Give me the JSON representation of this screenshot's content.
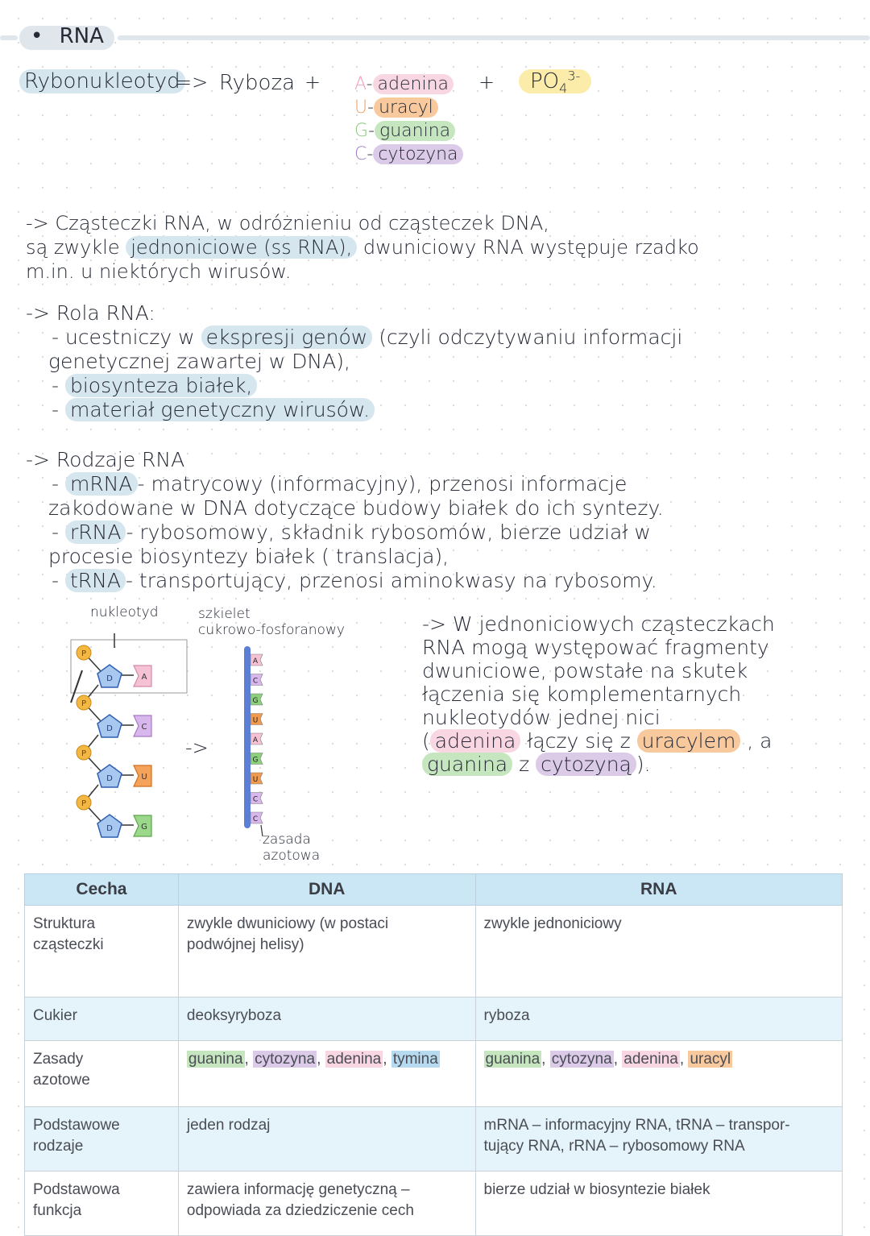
{
  "heading": {
    "bullet": "•",
    "title": "RNA"
  },
  "formula": {
    "left": "Rybonukleotyd",
    "arrow": "=>",
    "sugar": "Ryboza",
    "plus1": "+",
    "plus2": "+",
    "bases": [
      {
        "letter": "A",
        "dash": "-",
        "name": "adenina",
        "color": "#f8d6e2",
        "letter_color": "#f0a0b8"
      },
      {
        "letter": "U",
        "dash": "-",
        "name": "uracyl",
        "color": "#f9c99e",
        "letter_color": "#f0a060"
      },
      {
        "letter": "G",
        "dash": "-",
        "name": "guanina",
        "color": "#c6e6bf",
        "letter_color": "#8cc880"
      },
      {
        "letter": "C",
        "dash": "-",
        "name": "cytozyna",
        "color": "#dccbe8",
        "letter_color": "#a080c8"
      }
    ],
    "phosphate": "PO",
    "phosphate_sub": "4",
    "phosphate_sup": "3-"
  },
  "para1": {
    "arrow": "->",
    "line1": "Cząsteczki  RNA,  w  odróżnieniu   od  cząsteczek  DNA,",
    "line2_a": "są  zwykle ",
    "line2_hl": "jednoniciowe  (ss RNA),",
    "line2_b": " dwuniciowy  RNA  występuje  rzadko",
    "line3": "m.in.  u  niektórych  wirusów."
  },
  "role": {
    "arrow": "->",
    "title": "Rola  RNA:",
    "i1_a": "- ucestniczy  w ",
    "i1_hl": "ekspresji  genów",
    "i1_b": " (czyli  odczytywaniu   informacji",
    "i1_c": "genetycznej  zawartej  w  DNA),",
    "i2_dash": "-",
    "i2": "biosynteza  białek,",
    "i3_dash": "-",
    "i3": "materiał  genetyczny   wirusów."
  },
  "types": {
    "arrow": "->",
    "title": "Rodzaje   RNA",
    "mrna_dash": "-",
    "mrna": "mRNA",
    "mrna_desc": "- matrycowy  (informacyjny),  przenosi  informacje",
    "mrna_desc2": "zakodowane  w  DNA  dotyczące  budowy  białek  do  ich  syntezy.",
    "rrna_dash": "-",
    "rrna": "rRNA",
    "rrna_desc": "- rybosomowy,  składnik  rybosomów,  bierze  udział  w",
    "rrna_desc2": "procesie  biosyntezy  białek  ( translacja),",
    "trna_dash": "-",
    "trna": "tRNA",
    "trna_desc": "-  transportujący,  przenosi  aminokwasy  na  rybosomy."
  },
  "diagram": {
    "label_nucleotide": "nukleotyd",
    "label_backbone_1": "szkielet",
    "label_backbone_2": "cukrowo-fosforanowy",
    "label_base_1": "zasada",
    "label_base_2": "azotowa",
    "arrow": "->",
    "phosphate_letter": "P",
    "sugar_letter": "D",
    "chain_bases": [
      {
        "letter": "A",
        "color": "#f4c2d4",
        "border": "#d48aa6"
      },
      {
        "letter": "C",
        "color": "#d8b8ec",
        "border": "#a878c8"
      },
      {
        "letter": "U",
        "color": "#f5a35a",
        "border": "#d07020"
      },
      {
        "letter": "G",
        "color": "#9cd88c",
        "border": "#5aa84a"
      }
    ],
    "strand_bases": [
      {
        "letter": "A",
        "color": "#f4c2d4"
      },
      {
        "letter": "C",
        "color": "#d8b8ec"
      },
      {
        "letter": "G",
        "color": "#8cd07c"
      },
      {
        "letter": "U",
        "color": "#f09a50"
      },
      {
        "letter": "A",
        "color": "#f4c2d4"
      },
      {
        "letter": "G",
        "color": "#8cd07c"
      },
      {
        "letter": "U",
        "color": "#f09a50"
      },
      {
        "letter": "C",
        "color": "#d8b8ec"
      },
      {
        "letter": "C",
        "color": "#d8b8ec"
      }
    ]
  },
  "side_note": {
    "arrow": "->",
    "l1": "W  jednoniciowych   cząsteczkach",
    "l2": "RNA  mogą  występować  fragmenty",
    "l3": "dwuniciowe,  powstałe    na  skutek",
    "l4": "łączenia  się  komplementarnych",
    "l5": "nukleotydów   jednej  nici",
    "l6_open": "(",
    "l6_adenina": "adenina",
    "l6_mid": "  łączy  się  z ",
    "l6_uracylem": "uracylem",
    "l6_end": " ,  a",
    "l7_guanina": "guanina",
    "l7_mid": "  z  ",
    "l7_cytozyna": "cytozyną",
    "l7_end": ")."
  },
  "table": {
    "headers": [
      "Cecha",
      "DNA",
      "RNA"
    ],
    "r1": [
      "Struktura\ncząsteczki",
      "zwykle dwuniciowy (w postaci\npodwójnej helisy)",
      "zwykle jednoniciowy"
    ],
    "r2": [
      "Cukier",
      "deoksyryboza",
      "ryboza"
    ],
    "r3_label": "Zasady\nazotowe",
    "r3_dna": [
      "guanina",
      ", ",
      "cytozyna",
      ", ",
      "adenina",
      ", ",
      "tymina"
    ],
    "r3_rna": [
      "guanina",
      ", ",
      "cytozyna",
      ", ",
      "adenina",
      ", ",
      "uracyl"
    ],
    "r4": [
      "Podstawowe\nrodzaje",
      "jeden rodzaj",
      "mRNA – informacyjny RNA, tRNA – transpor-\ntujący RNA, rRNA – rybosomowy RNA"
    ],
    "r5": [
      "Podstawowa\nfunkcja",
      "zawiera informację genetyczną –\nodpowiada za dziedziczenie cech",
      "bierze udział w biosyntezie białek"
    ]
  }
}
